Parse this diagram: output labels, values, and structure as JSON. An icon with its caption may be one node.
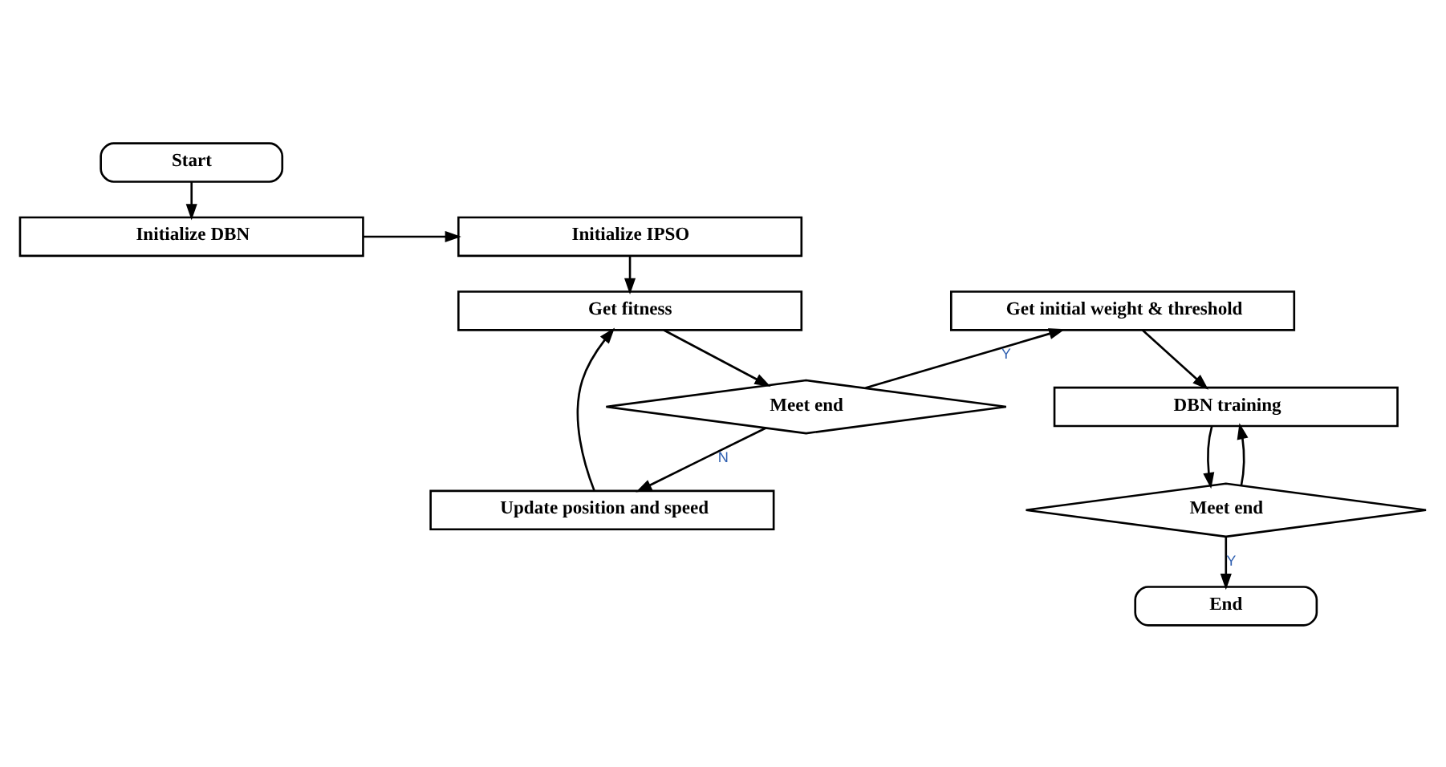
{
  "diagram": {
    "nodes": [
      {
        "text": [
          "Start"
        ]
      },
      {
        "text": [
          "Initialize DBN"
        ]
      },
      {
        "text": [
          "Initialize IPSO"
        ]
      },
      {
        "text": [
          "Get fitness"
        ]
      },
      {
        "text": [
          "Meet end"
        ]
      },
      {
        "text": [
          "Update position and speed"
        ]
      },
      {
        "text": [
          "Get initial weight & threshold"
        ]
      },
      {
        "text": [
          "DBN training"
        ]
      },
      {
        "text": [
          "Meet end"
        ]
      },
      {
        "text": [
          "End"
        ]
      }
    ],
    "edges": [
      {
        "from": 0,
        "to": 1,
        "arrow": "to"
      },
      {
        "from": 1,
        "to": 2,
        "arrow": "to"
      },
      {
        "from": 2,
        "to": 3,
        "arrow": "to"
      },
      {
        "from": 3,
        "to": 4,
        "arrow": "to"
      },
      {
        "from": 4,
        "to": 5,
        "arrow": "to",
        "label": "N"
      },
      {
        "from": 5,
        "to": 3,
        "arrow": "to"
      },
      {
        "from": 4,
        "to": 6,
        "arrow": "to",
        "label": "Y"
      },
      {
        "from": 6,
        "to": 7,
        "arrow": "to"
      },
      {
        "from": 7,
        "to": 8,
        "arrow": "to"
      },
      {
        "from": 8,
        "to": 7,
        "arrow": "to"
      },
      {
        "from": 8,
        "to": 9,
        "arrow": "to",
        "label": "Y"
      }
    ]
  }
}
